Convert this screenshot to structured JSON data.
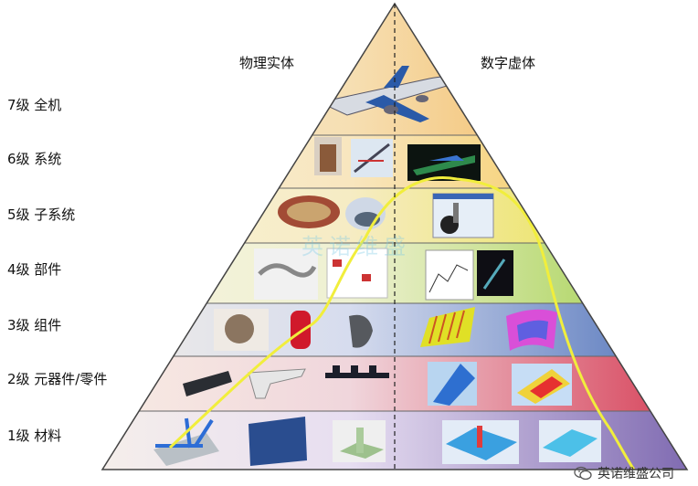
{
  "headings": {
    "physical": "物理实体",
    "digital": "数字虚体"
  },
  "levels": [
    {
      "label": "7级 全机"
    },
    {
      "label": "6级 系统"
    },
    {
      "label": "5级 子系统"
    },
    {
      "label": "4级 部件"
    },
    {
      "label": "3级 组件"
    },
    {
      "label": "2级 元器件/零件"
    },
    {
      "label": "1级 材料"
    }
  ],
  "overlay_text": "英诺维盛",
  "watermark": {
    "text": "英诺维盛公司",
    "icon": "wechat-icon"
  },
  "colors": {
    "band_left": "#f7e6c8",
    "band_row7": "#f2a93b",
    "band_row6": "#f5c23d",
    "band_row5": "#e7e13a",
    "band_row4": "#9ccd43",
    "band_row3": "#4c6fb8",
    "band_row2": "#d63d55",
    "band_row1": "#9f86c6",
    "curve": "#f1ee3c",
    "outline": "#444444"
  }
}
